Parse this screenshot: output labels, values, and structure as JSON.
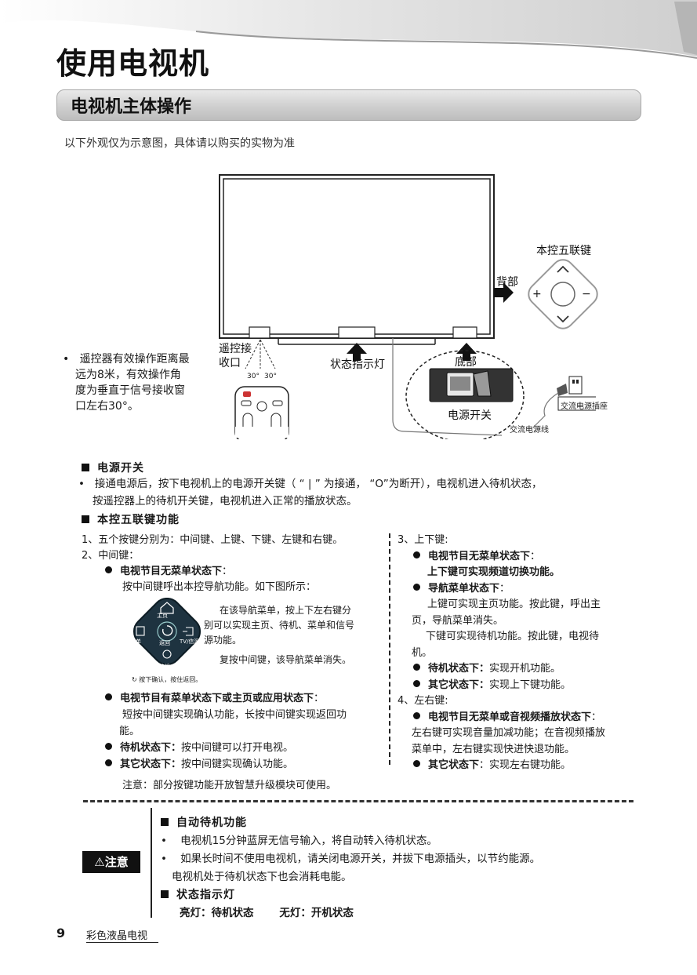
{
  "page": {
    "title": "使用电视机",
    "section_title": "电视机主体操作",
    "intro": "以下外观仅为示意图，具体请以购买的实物为准"
  },
  "diagram": {
    "five_key_label": "本控五联键",
    "back_label": "背部",
    "remote_receiver_label_1": "遥控接",
    "remote_receiver_label_2": "收口",
    "angle_left": "30°",
    "angle_right": "30°",
    "status_light_label": "状态指示灯",
    "bottom_label": "底部",
    "power_switch_label": "电源开关",
    "ac_socket_label": "交流电源插座",
    "ac_cord_label": "交流电源线",
    "plus_symbol": "+",
    "minus_symbol": "−",
    "remote_note": [
      "遥控器有效操作距离最",
      "远为8米，有效操作角",
      "度为垂直于信号接收窗",
      "口左右30°。"
    ]
  },
  "power": {
    "heading": "电源开关",
    "lines": [
      "接通电源后，按下电视机上的电源开关键（ “ | ” 为接通， “O”为断开），电视机进入待机状态，",
      "按遥控器上的待机开关键，电视机进入正常的播放状态。"
    ]
  },
  "five_key": {
    "heading": "本控五联键功能",
    "left": {
      "item1": "1、五个按键分别为：中间键、上键、下键、左键和右键。",
      "item2": "2、中间键：",
      "b1_title": "电视节目无菜单状态下",
      "b1_colon": "：",
      "b1_text": "按中间键呼出本控导航功能。如下图所示：",
      "nav_desc": [
        "在该导航菜单，按上下左右键分",
        "别可以实现主页、待机、菜单和信号",
        "源功能。"
      ],
      "nav_desc2": "复按中间键，该导航菜单消失。",
      "nav_menu": {
        "top": "主页",
        "left": "菜单",
        "center": "返回",
        "right": "TV/信源",
        "bottom": "待机"
      },
      "nav_hint": "按下确认，按住返回。",
      "b2_title": "电视节目有菜单状态下或主页或应用状态下",
      "b2_colon": "：",
      "b2_text": [
        "短按中间键实现确认功能，长按中间键实现返回功",
        "能。"
      ],
      "b3_title": "待机状态下：",
      "b3_text": "按中间键可以打开电视。",
      "b4_title": "其它状态下：",
      "b4_text": "按中间键实现确认功能。",
      "note": "注意：部分按键功能开放智慧升级模块可使用。"
    },
    "right": {
      "item3": "3、上下键:",
      "b1_title": "电视节目无菜单状态下",
      "b1_colon": "：",
      "b1_text": "上下键可实现频道切换功能。",
      "b2_title": "导航菜单状态下",
      "b2_colon": "：",
      "b2_text": [
        "上键可实现主页功能。按此键，呼出主",
        "页，导航菜单消失。"
      ],
      "b2_text2": [
        "下键可实现待机功能。按此键，电视待",
        "机。"
      ],
      "b3_title": "待机状态下：",
      "b3_text": "实现开机功能。",
      "b4_title": "其它状态下：",
      "b4_text": "实现上下键功能。",
      "item4": "4、左右键:",
      "b5_title": "电视节目无菜单或音视频播放状态下",
      "b5_colon": "：",
      "b5_text": [
        "左右键可实现音量加减功能；在音视频播放",
        "菜单中，左右键实现快进快退功能。"
      ],
      "b6_title": "其它状态下",
      "b6_text": "：实现左右键功能。"
    }
  },
  "caution": {
    "badge": "⚠注意",
    "auto_heading": "自动待机功能",
    "auto_lines": [
      "电视机15分钟蓝屏无信号输入，将自动转入待机状态。",
      "如果长时间不使用电视机，请关闭电源开关，并拔下电源插头，以节约能源。"
    ],
    "auto_line3": "电视机处于待机状态下也会消耗电能。",
    "status_heading": "状态指示灯",
    "status_on": "亮灯：待机状态",
    "status_off": "无灯：开机状态"
  },
  "footer": {
    "page_number": "9",
    "product": "彩色液晶电视"
  }
}
